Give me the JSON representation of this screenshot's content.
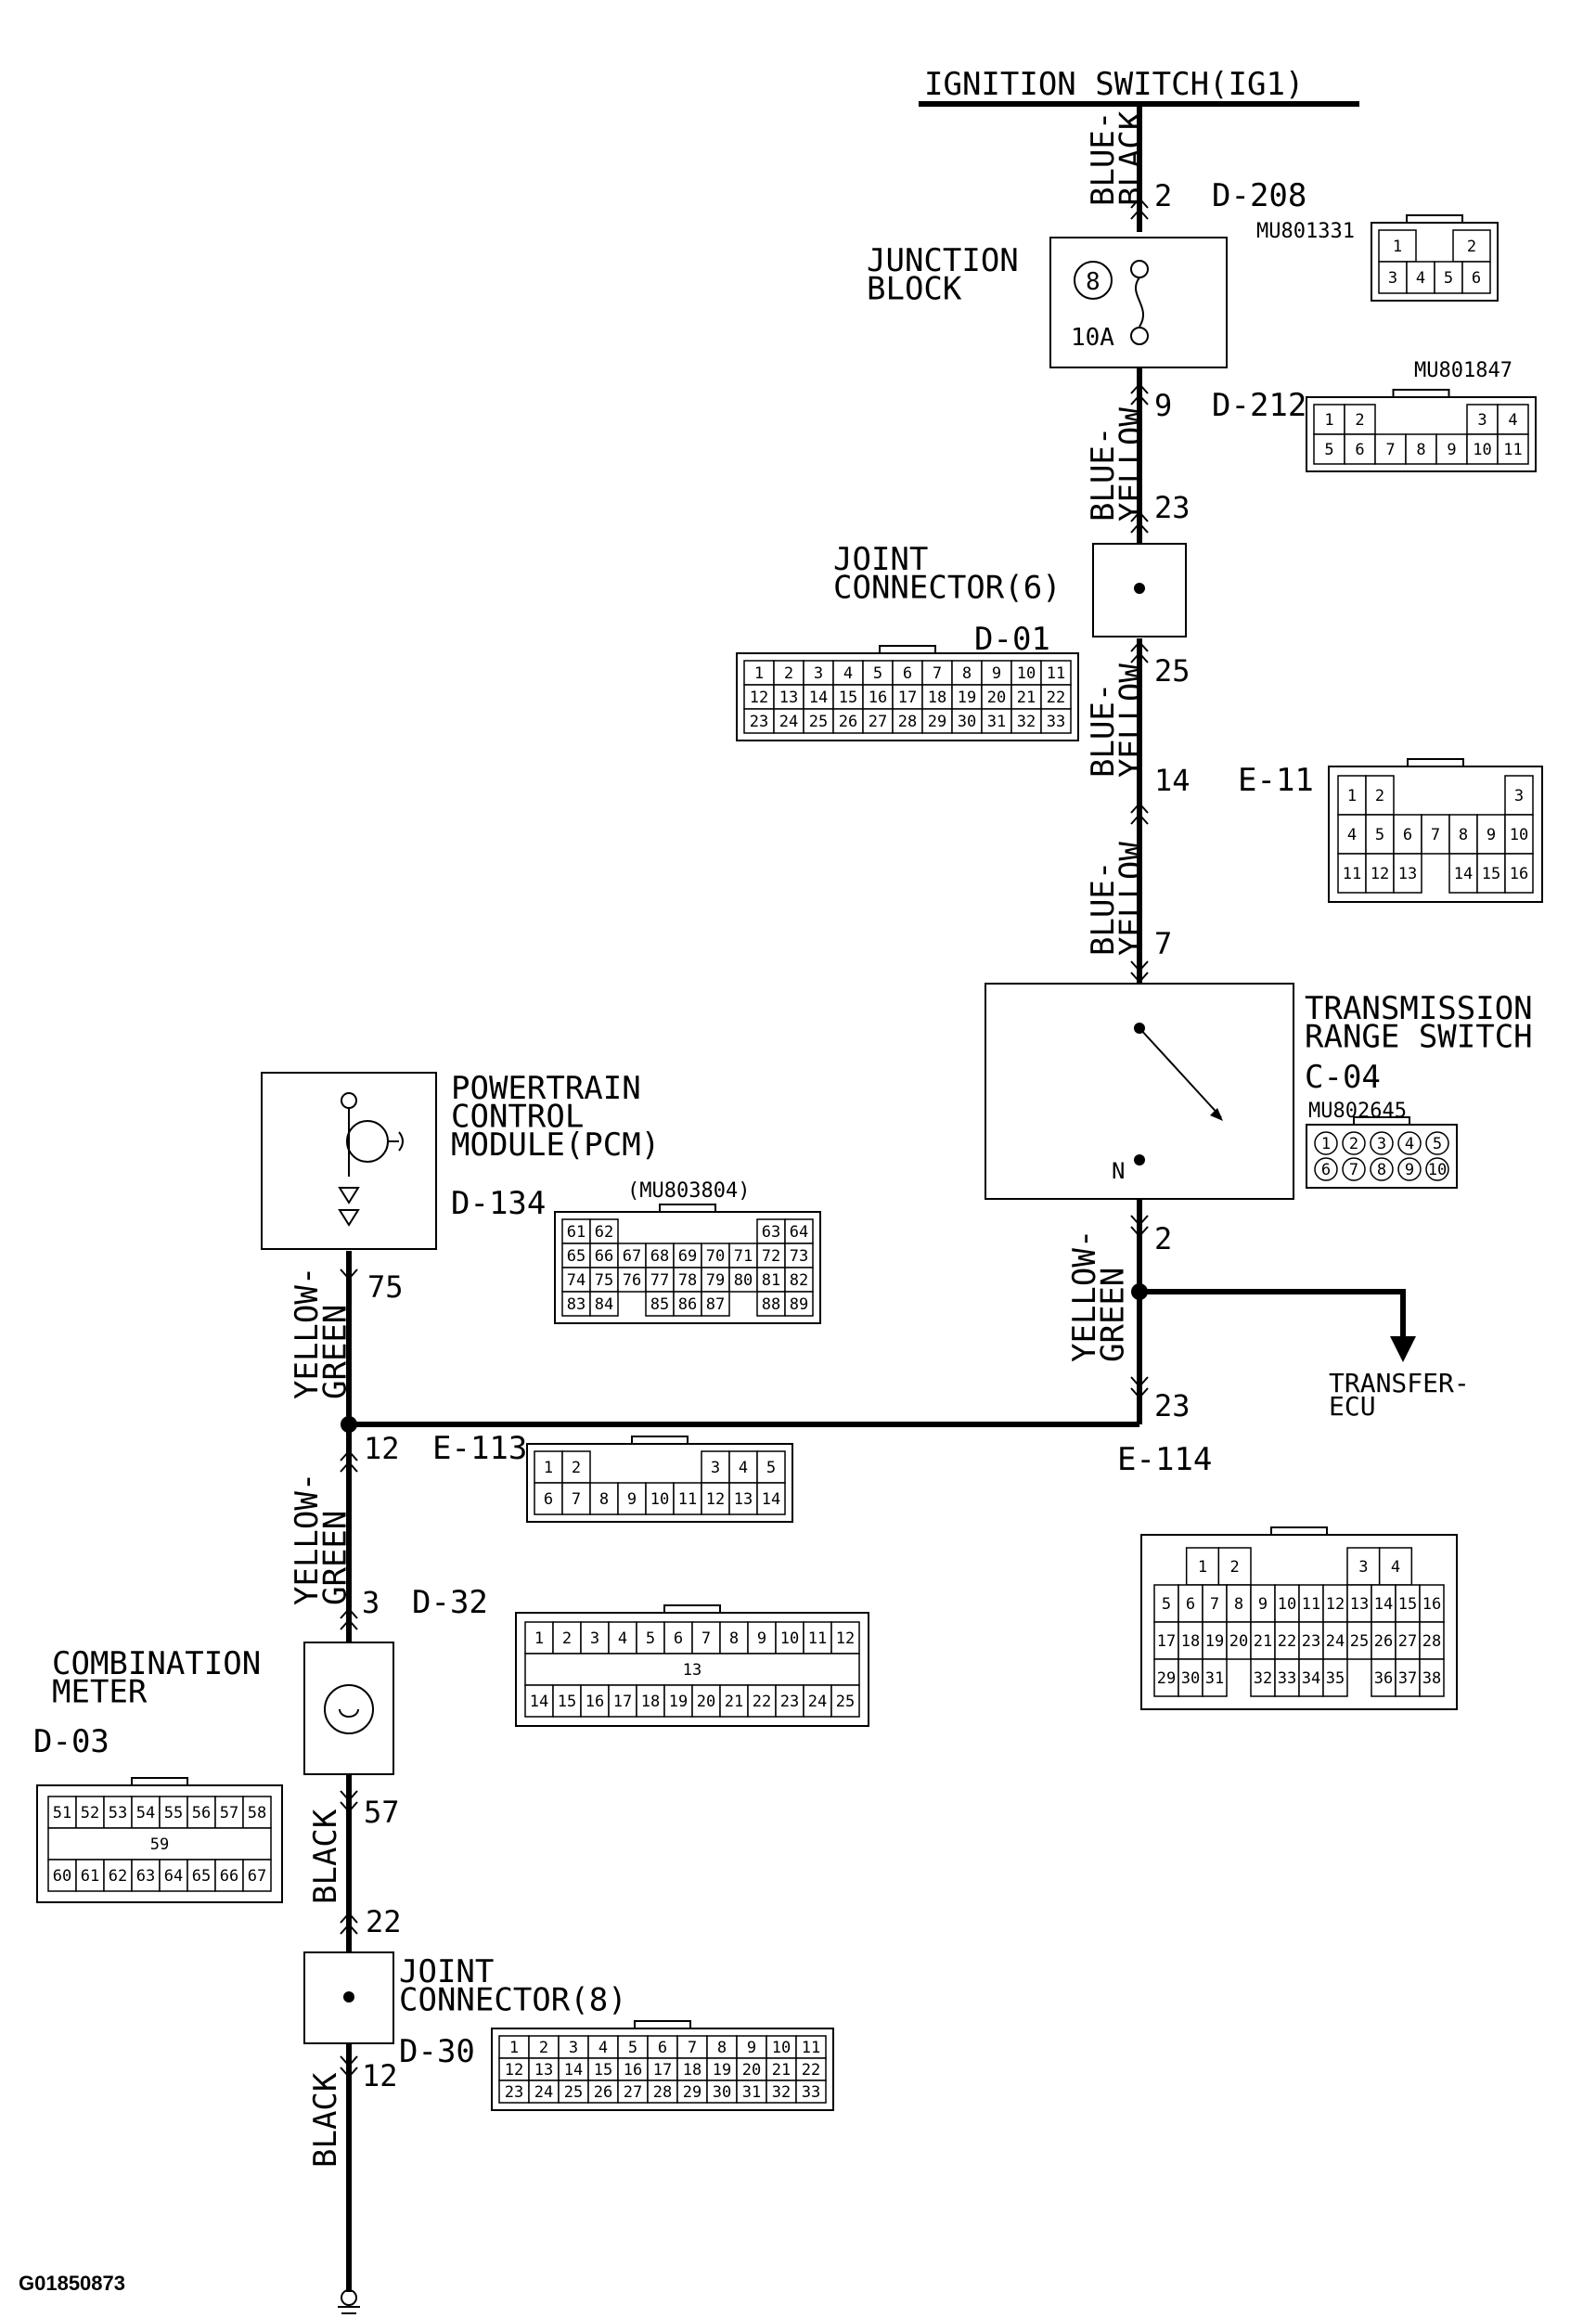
{
  "source_label": "IGNITION SWITCH(IG1)",
  "figure_id": "G01850873",
  "wires": {
    "w1": "BLUE-\nBLACK",
    "w2": "BLUE-\nYELLOW",
    "w3": "BLUE-\nYELLOW",
    "w4": "BLUE-\nYELLOW",
    "w5": "YELLOW-\nGREEN",
    "w6": "YELLOW-\nGREEN",
    "w7": "YELLOW-\nGREEN",
    "w8": "BLACK",
    "w9": "BLACK"
  },
  "pins": {
    "p_d208": "2",
    "p_d212": "9",
    "p_jc6_in": "23",
    "p_jc6_out": "25",
    "p_e11": "14",
    "p_trs_in": "7",
    "p_trs_out": "2",
    "p_e114": "23",
    "p_pcm": "75",
    "p_e113": "12",
    "p_meter_in": "3",
    "p_meter_out": "57",
    "p_jc8_in": "22",
    "p_jc8_out": "12"
  },
  "components": {
    "junction_block": "JUNCTION\nBLOCK",
    "fuse_number": "8",
    "fuse_rating": "10A",
    "jc6": "JOINT\nCONNECTOR(6)",
    "trs": "TRANSMISSION\nRANGE SWITCH",
    "trs_n": "N",
    "pcm": "POWERTRAIN\nCONTROL\nMODULE(PCM)",
    "meter": "COMBINATION\nMETER",
    "jc8": "JOINT\nCONNECTOR(8)",
    "transfer": "TRANSFER-\nECU"
  },
  "connectors": {
    "d208": {
      "id": "D-208",
      "part": "MU801331",
      "rows": [
        [
          "1",
          "",
          "2"
        ],
        [
          "3",
          "4",
          "5",
          "6"
        ]
      ]
    },
    "d212": {
      "id": "D-212",
      "part": "MU801847",
      "rows": [
        [
          "1",
          "2",
          "",
          "",
          "",
          "3",
          "4"
        ],
        [
          "5",
          "6",
          "7",
          "8",
          "9",
          "10",
          "11"
        ]
      ]
    },
    "d01": {
      "id": "D-01",
      "rows": [
        [
          "1",
          "2",
          "3",
          "4",
          "5",
          "6",
          "7",
          "8",
          "9",
          "10",
          "11"
        ],
        [
          "12",
          "13",
          "14",
          "15",
          "16",
          "17",
          "18",
          "19",
          "20",
          "21",
          "22"
        ],
        [
          "23",
          "24",
          "25",
          "26",
          "27",
          "28",
          "29",
          "30",
          "31",
          "32",
          "33"
        ]
      ]
    },
    "e11": {
      "id": "E-11",
      "rows": [
        [
          "1",
          "2",
          "",
          "",
          "",
          "",
          "3"
        ],
        [
          "4",
          "5",
          "6",
          "7",
          "8",
          "9",
          "10"
        ],
        [
          "11",
          "12",
          "13",
          "",
          "14",
          "15",
          "16"
        ]
      ]
    },
    "c04": {
      "id": "C-04",
      "part": "MU802645",
      "rows": [
        [
          "1",
          "2",
          "3",
          "4",
          "5"
        ],
        [
          "6",
          "7",
          "8",
          "9",
          "10"
        ]
      ]
    },
    "d134": {
      "id": "D-134",
      "part": "(MU803804)",
      "rows": [
        [
          "61",
          "62",
          "",
          "",
          "",
          "",
          "",
          "63",
          "64"
        ],
        [
          "65",
          "66",
          "67",
          "68",
          "69",
          "70",
          "71",
          "72",
          "73"
        ],
        [
          "74",
          "75",
          "76",
          "77",
          "78",
          "79",
          "80",
          "81",
          "82"
        ],
        [
          "83",
          "84",
          "",
          "85",
          "86",
          "87",
          "",
          "88",
          "89"
        ]
      ]
    },
    "e113": {
      "id": "E-113",
      "rows": [
        [
          "1",
          "2",
          "",
          "",
          "",
          "",
          "3",
          "4",
          "5"
        ],
        [
          "6",
          "7",
          "8",
          "9",
          "10",
          "11",
          "12",
          "13",
          "14"
        ]
      ]
    },
    "e114": {
      "id": "E-114",
      "rows": [
        [
          "",
          "1",
          "2",
          "",
          "",
          "",
          "3",
          "4",
          ""
        ],
        [
          "5",
          "6",
          "7",
          "8",
          "9",
          "10",
          "11",
          "12",
          "13",
          "14",
          "15",
          "16"
        ],
        [
          "17",
          "18",
          "19",
          "20",
          "21",
          "22",
          "23",
          "24",
          "25",
          "26",
          "27",
          "28"
        ],
        [
          "29",
          "30",
          "31",
          "",
          "32",
          "33",
          "34",
          "35",
          "",
          "36",
          "37",
          "38"
        ]
      ]
    },
    "d32": {
      "id": "D-32",
      "rows": [
        [
          "1",
          "2",
          "3",
          "4",
          "5",
          "6",
          "7",
          "8",
          "9",
          "10",
          "11",
          "12"
        ],
        [
          "13"
        ],
        [
          "14",
          "15",
          "16",
          "17",
          "18",
          "19",
          "20",
          "21",
          "22",
          "23",
          "24",
          "25"
        ]
      ]
    },
    "d03": {
      "id": "D-03",
      "rows": [
        [
          "51",
          "52",
          "53",
          "54",
          "55",
          "56",
          "57",
          "58"
        ],
        [
          "59"
        ],
        [
          "60",
          "61",
          "62",
          "63",
          "64",
          "65",
          "66",
          "67"
        ]
      ]
    },
    "d30": {
      "id": "D-30",
      "rows": [
        [
          "1",
          "2",
          "3",
          "4",
          "5",
          "6",
          "7",
          "8",
          "9",
          "10",
          "11"
        ],
        [
          "12",
          "13",
          "14",
          "15",
          "16",
          "17",
          "18",
          "19",
          "20",
          "21",
          "22"
        ],
        [
          "23",
          "24",
          "25",
          "26",
          "27",
          "28",
          "29",
          "30",
          "31",
          "32",
          "33"
        ]
      ]
    }
  }
}
